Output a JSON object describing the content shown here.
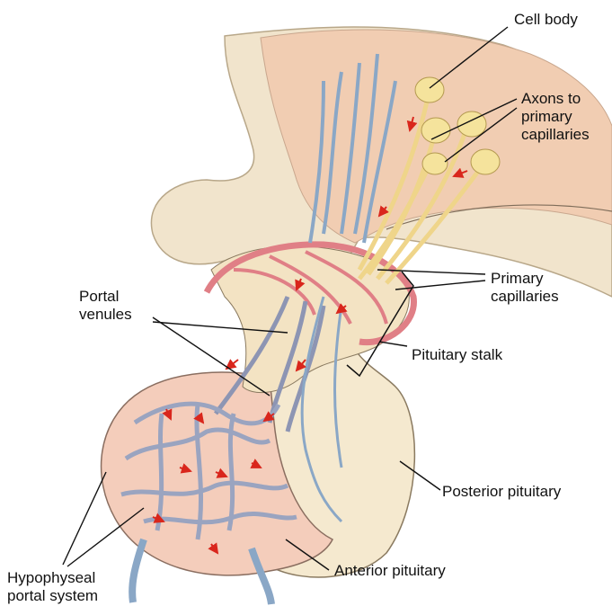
{
  "labels": {
    "cell_body": "Cell body",
    "axons": [
      "Axons to",
      "primary",
      "capillaries"
    ],
    "primary_capillaries": [
      "Primary",
      "capillaries"
    ],
    "portal_venules": [
      "Portal",
      "venules"
    ],
    "pituitary_stalk": "Pituitary stalk",
    "posterior_pituitary": "Posterior pituitary",
    "anterior_pituitary": "Anterior pituitary",
    "hypophyseal": [
      "Hypophyseal",
      "portal system"
    ]
  },
  "colors": {
    "hypothalamus": "#f1cdb2",
    "brain_outline": "#efe3cc",
    "posterior": "#f5e9cf",
    "anterior": "#f4cdbb",
    "artery": "#e07f86",
    "vein": "#8aa7c6",
    "axon": "#efd58a",
    "arrow": "#d9261c",
    "leader": "#111111"
  }
}
